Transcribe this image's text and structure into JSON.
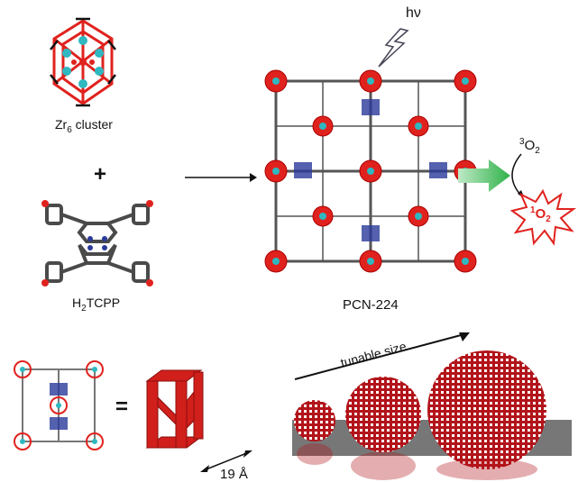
{
  "light_label": "hν",
  "zr_cluster": {
    "prefix": "Zr",
    "sub": "6",
    "suffix": " cluster"
  },
  "plus": "+",
  "linker": {
    "prefix": "H",
    "sub": "2",
    "suffix": "TCPP"
  },
  "framework_label": "PCN-224",
  "triplet_oxygen": {
    "sup": "3",
    "main": "O",
    "sub": "2"
  },
  "singlet_oxygen": {
    "sup": "1",
    "main": "O",
    "sub": "2"
  },
  "equals": "=",
  "cage_size": "19 Å",
  "tunable_label": "tunable size",
  "colors": {
    "zr_teal": "#2fb8c0",
    "oxygen_red": "#e0221e",
    "carbon_gray": "#4a4a4a",
    "nitrogen_blue": "#2a3a9a",
    "arrow_green": "#2fb24a",
    "substrate_gray": "#777777"
  }
}
